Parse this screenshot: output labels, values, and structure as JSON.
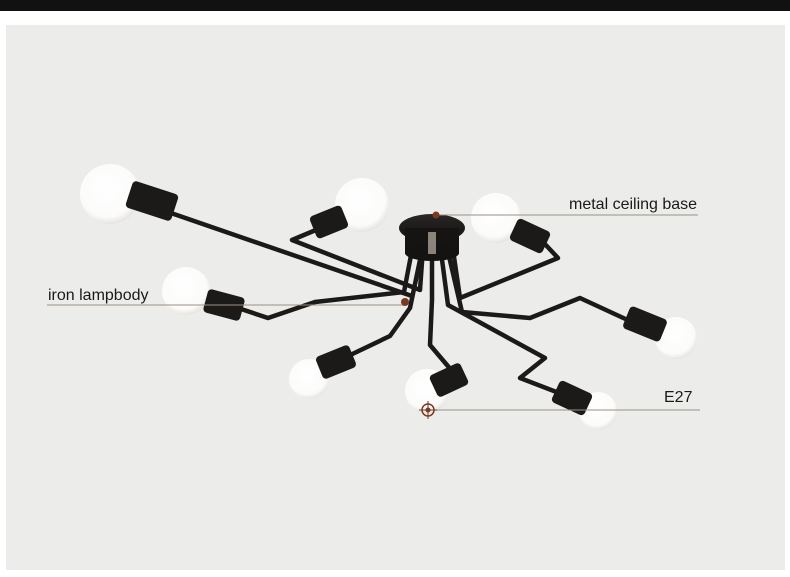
{
  "callouts": {
    "metal_ceiling_base": "metal ceiling base",
    "iron_lampbody": "iron lampbody",
    "e27": "E27"
  },
  "colors": {
    "frame": "#111111",
    "background": "#ececea",
    "iron": "#1c1a18",
    "bulb": "#ffffff",
    "leader_line": "#9c8f86",
    "marker": "#7a3a22",
    "text": "#1a1a1a"
  },
  "icons": [
    "target-marker-icon"
  ]
}
